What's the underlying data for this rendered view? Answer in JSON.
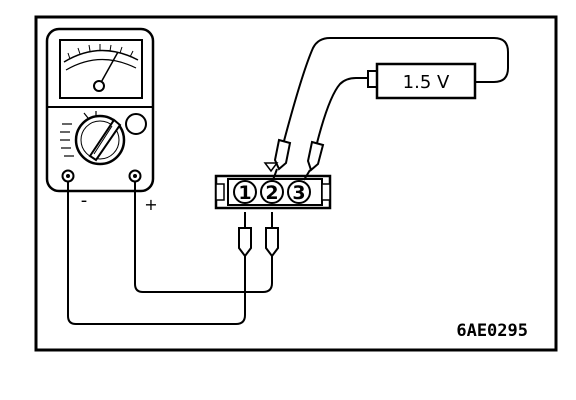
{
  "diagram": {
    "battery_label": "1.5 V",
    "terminal_negative": "-",
    "terminal_positive": "+",
    "connector_pins": [
      "1",
      "2",
      "3"
    ],
    "figure_code": "6AE0295"
  }
}
